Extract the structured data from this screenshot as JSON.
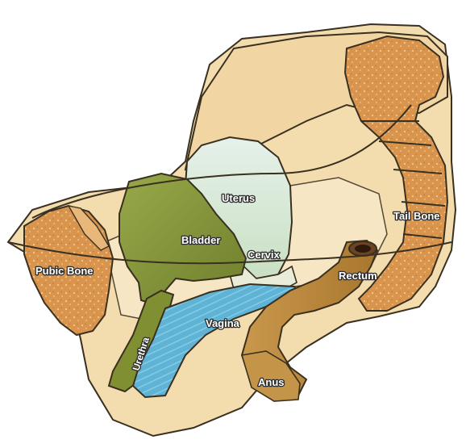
{
  "labels": {
    "uterus": "Uterus",
    "bladder": "Bladder",
    "cervix": "Cervix",
    "pubic_bone": "Pubic Bone",
    "tail_bone": "Tail Bone",
    "rectum": "Rectum",
    "vagina": "Vagina",
    "urethra": "Urethra",
    "anus": "Anus"
  },
  "colors": {
    "background": "#ffffff",
    "pelvis_tissue": "#f3dcae",
    "pelvis_bone_light": "#f1d6a4",
    "bone_dark": "#d9954e",
    "bone_texture": "#c47d3c",
    "uterus": "#d9ead8",
    "bladder": "#8a9a3c",
    "urethra": "#7f8f31",
    "vagina": "#5fb4d6",
    "rectum": "#bd8a3e",
    "anus": "#c49548",
    "outline": "#3a3020"
  }
}
